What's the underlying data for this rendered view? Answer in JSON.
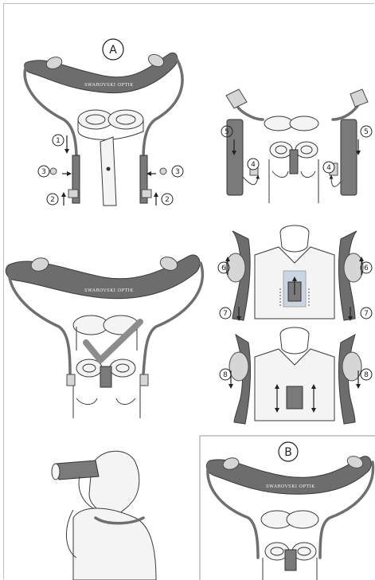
{
  "brand_text": "SWAROVSKI OPTIK",
  "sections": {
    "a_label": "A",
    "b_label": "B"
  },
  "steps": {
    "s1": "1",
    "s2": "2",
    "s3": "3",
    "s4": "4",
    "s5": "5",
    "s6": "6",
    "s7": "7",
    "s8": "8"
  },
  "colors": {
    "strap_dark": "#6d6d6d",
    "strap_mid": "#6f6f6f",
    "clip_light": "#d6d6d6",
    "ink": "#222222",
    "frame": "#bfbfbf"
  },
  "icons": [
    "binocular-illustration",
    "neck-strap-illustration",
    "check-mark-icon",
    "person-using-binoculars-illustration",
    "harness-illustration"
  ]
}
